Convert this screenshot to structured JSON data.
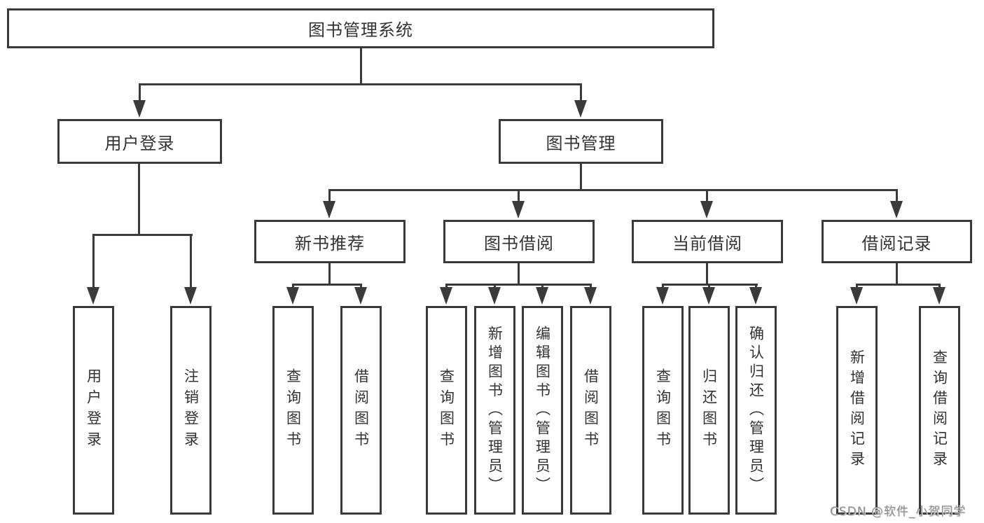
{
  "title": "图书管理系统",
  "colors": {
    "background": "#ffffff",
    "line": "#3a3a3a",
    "box_border": "#3a3a3a",
    "box_fill": "#ffffff",
    "text": "#333333",
    "watermark": "#8f8f8f"
  },
  "nodes": {
    "root": "图书管理系统",
    "user_login": "用户登录",
    "book_mgmt": "图书管理",
    "new_book_rec": "新书推荐",
    "book_borrow": "图书借阅",
    "current_borrow": "当前借阅",
    "borrow_records": "借阅记录",
    "leaf_user_login": "用户登录",
    "leaf_logout": "注销登录",
    "nb_query_books": "查询图书",
    "nb_borrow_books": "借阅图书",
    "bb_query_books": "查询图书",
    "bb_add_books": "新增图书（管理员）",
    "bb_edit_books": "编辑图书（管理员）",
    "bb_borrow_books": "借阅图书",
    "cb_query_books": "查询图书",
    "cb_return_books": "归还图书",
    "cb_confirm_return": "确认归还（管理员）",
    "br_add_record": "新增借阅记录",
    "br_query_record": "查询借阅记录"
  },
  "hierarchy": {
    "图书管理系统": {
      "用户登录": [
        "用户登录",
        "注销登录"
      ],
      "图书管理": {
        "新书推荐": [
          "查询图书",
          "借阅图书"
        ],
        "图书借阅": [
          "查询图书",
          "新增图书（管理员）",
          "编辑图书（管理员）",
          "借阅图书"
        ],
        "当前借阅": [
          "查询图书",
          "归还图书",
          "确认归还（管理员）"
        ],
        "借阅记录": [
          "新增借阅记录",
          "查询借阅记录"
        ]
      }
    }
  },
  "watermark": "CSDN @软件_小贺同学"
}
